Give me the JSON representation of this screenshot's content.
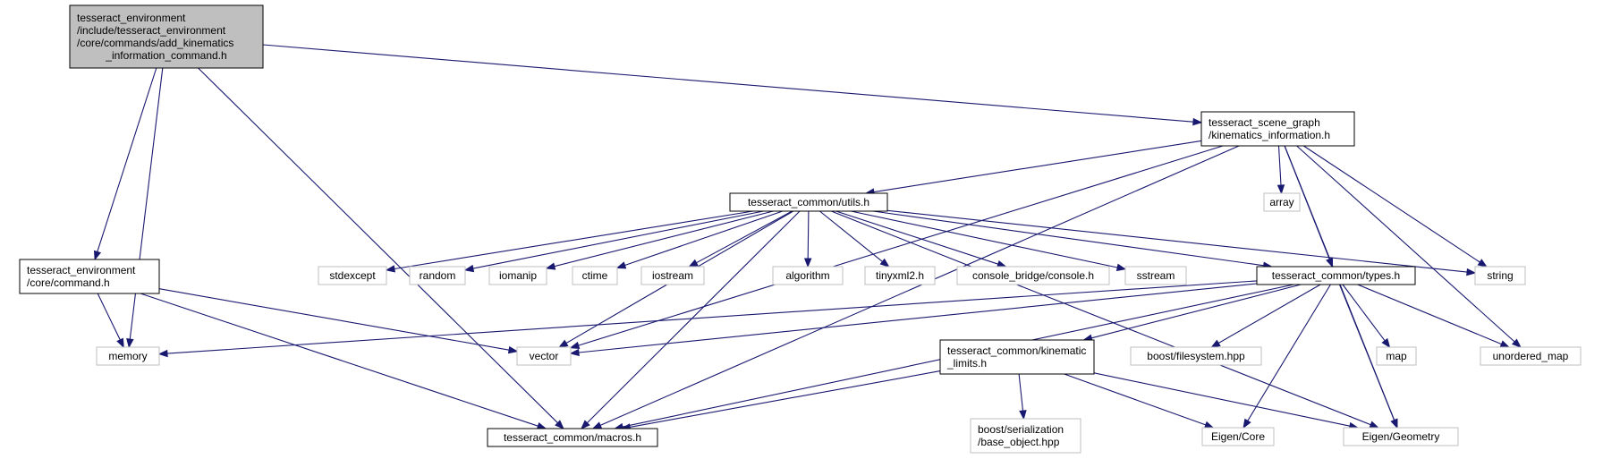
{
  "graph": {
    "colors": {
      "root_fill": "#bfbfbf",
      "documented_border": "#000000",
      "external_border": "#bfbfbf",
      "edge": "#191970"
    },
    "nodes": [
      {
        "id": "add_kin",
        "kind": "root",
        "lines": [
          "tesseract_environment",
          "/include/tesseract_environment",
          "/core/commands/add_kinematics",
          "_information_command.h"
        ]
      },
      {
        "id": "sg_kin",
        "kind": "documented",
        "lines": [
          "tesseract_scene_graph",
          "/kinematics_information.h"
        ]
      },
      {
        "id": "utils",
        "kind": "documented",
        "lines": [
          "tesseract_common/utils.h"
        ]
      },
      {
        "id": "command",
        "kind": "documented",
        "lines": [
          "tesseract_environment",
          "/core/command.h"
        ]
      },
      {
        "id": "types",
        "kind": "documented",
        "lines": [
          "tesseract_common/types.h"
        ]
      },
      {
        "id": "kin_limits",
        "kind": "documented",
        "lines": [
          "tesseract_common/kinematic",
          "_limits.h"
        ]
      },
      {
        "id": "macros",
        "kind": "documented",
        "lines": [
          "tesseract_common/macros.h"
        ]
      },
      {
        "id": "array",
        "kind": "external",
        "lines": [
          "array"
        ]
      },
      {
        "id": "stdexcept",
        "kind": "external",
        "lines": [
          "stdexcept"
        ]
      },
      {
        "id": "random",
        "kind": "external",
        "lines": [
          "random"
        ]
      },
      {
        "id": "iomanip",
        "kind": "external",
        "lines": [
          "iomanip"
        ]
      },
      {
        "id": "ctime",
        "kind": "external",
        "lines": [
          "ctime"
        ]
      },
      {
        "id": "iostream",
        "kind": "external",
        "lines": [
          "iostream"
        ]
      },
      {
        "id": "algorithm",
        "kind": "external",
        "lines": [
          "algorithm"
        ]
      },
      {
        "id": "tinyxml2",
        "kind": "external",
        "lines": [
          "tinyxml2.h"
        ]
      },
      {
        "id": "console",
        "kind": "external",
        "lines": [
          "console_bridge/console.h"
        ]
      },
      {
        "id": "sstream",
        "kind": "external",
        "lines": [
          "sstream"
        ]
      },
      {
        "id": "string",
        "kind": "external",
        "lines": [
          "string"
        ]
      },
      {
        "id": "memory",
        "kind": "external",
        "lines": [
          "memory"
        ]
      },
      {
        "id": "vector",
        "kind": "external",
        "lines": [
          "vector"
        ]
      },
      {
        "id": "filesystem",
        "kind": "external",
        "lines": [
          "boost/filesystem.hpp"
        ]
      },
      {
        "id": "map",
        "kind": "external",
        "lines": [
          "map"
        ]
      },
      {
        "id": "unordered_map",
        "kind": "external",
        "lines": [
          "unordered_map"
        ]
      },
      {
        "id": "serialization",
        "kind": "external",
        "lines": [
          "boost/serialization",
          "/base_object.hpp"
        ]
      },
      {
        "id": "eigen_core",
        "kind": "external",
        "lines": [
          "Eigen/Core"
        ]
      },
      {
        "id": "eigen_geo",
        "kind": "external",
        "lines": [
          "Eigen/Geometry"
        ]
      }
    ],
    "edges": [
      [
        "add_kin",
        "sg_kin"
      ],
      [
        "add_kin",
        "command"
      ],
      [
        "add_kin",
        "memory"
      ],
      [
        "add_kin",
        "macros"
      ],
      [
        "sg_kin",
        "utils"
      ],
      [
        "sg_kin",
        "array"
      ],
      [
        "sg_kin",
        "types"
      ],
      [
        "sg_kin",
        "string"
      ],
      [
        "sg_kin",
        "unordered_map"
      ],
      [
        "sg_kin",
        "eigen_geo"
      ],
      [
        "sg_kin",
        "vector"
      ],
      [
        "sg_kin",
        "macros"
      ],
      [
        "utils",
        "stdexcept"
      ],
      [
        "utils",
        "random"
      ],
      [
        "utils",
        "iomanip"
      ],
      [
        "utils",
        "ctime"
      ],
      [
        "utils",
        "iostream"
      ],
      [
        "utils",
        "algorithm"
      ],
      [
        "utils",
        "tinyxml2"
      ],
      [
        "utils",
        "console"
      ],
      [
        "utils",
        "sstream"
      ],
      [
        "utils",
        "types"
      ],
      [
        "utils",
        "string"
      ],
      [
        "utils",
        "eigen_geo"
      ],
      [
        "utils",
        "vector"
      ],
      [
        "utils",
        "macros"
      ],
      [
        "command",
        "memory"
      ],
      [
        "command",
        "vector"
      ],
      [
        "command",
        "macros"
      ],
      [
        "types",
        "memory"
      ],
      [
        "types",
        "vector"
      ],
      [
        "types",
        "macros"
      ],
      [
        "types",
        "kin_limits"
      ],
      [
        "types",
        "filesystem"
      ],
      [
        "types",
        "map"
      ],
      [
        "types",
        "unordered_map"
      ],
      [
        "types",
        "eigen_core"
      ],
      [
        "types",
        "eigen_geo"
      ],
      [
        "kin_limits",
        "macros"
      ],
      [
        "kin_limits",
        "serialization"
      ],
      [
        "kin_limits",
        "eigen_core"
      ],
      [
        "kin_limits",
        "eigen_geo"
      ]
    ]
  }
}
